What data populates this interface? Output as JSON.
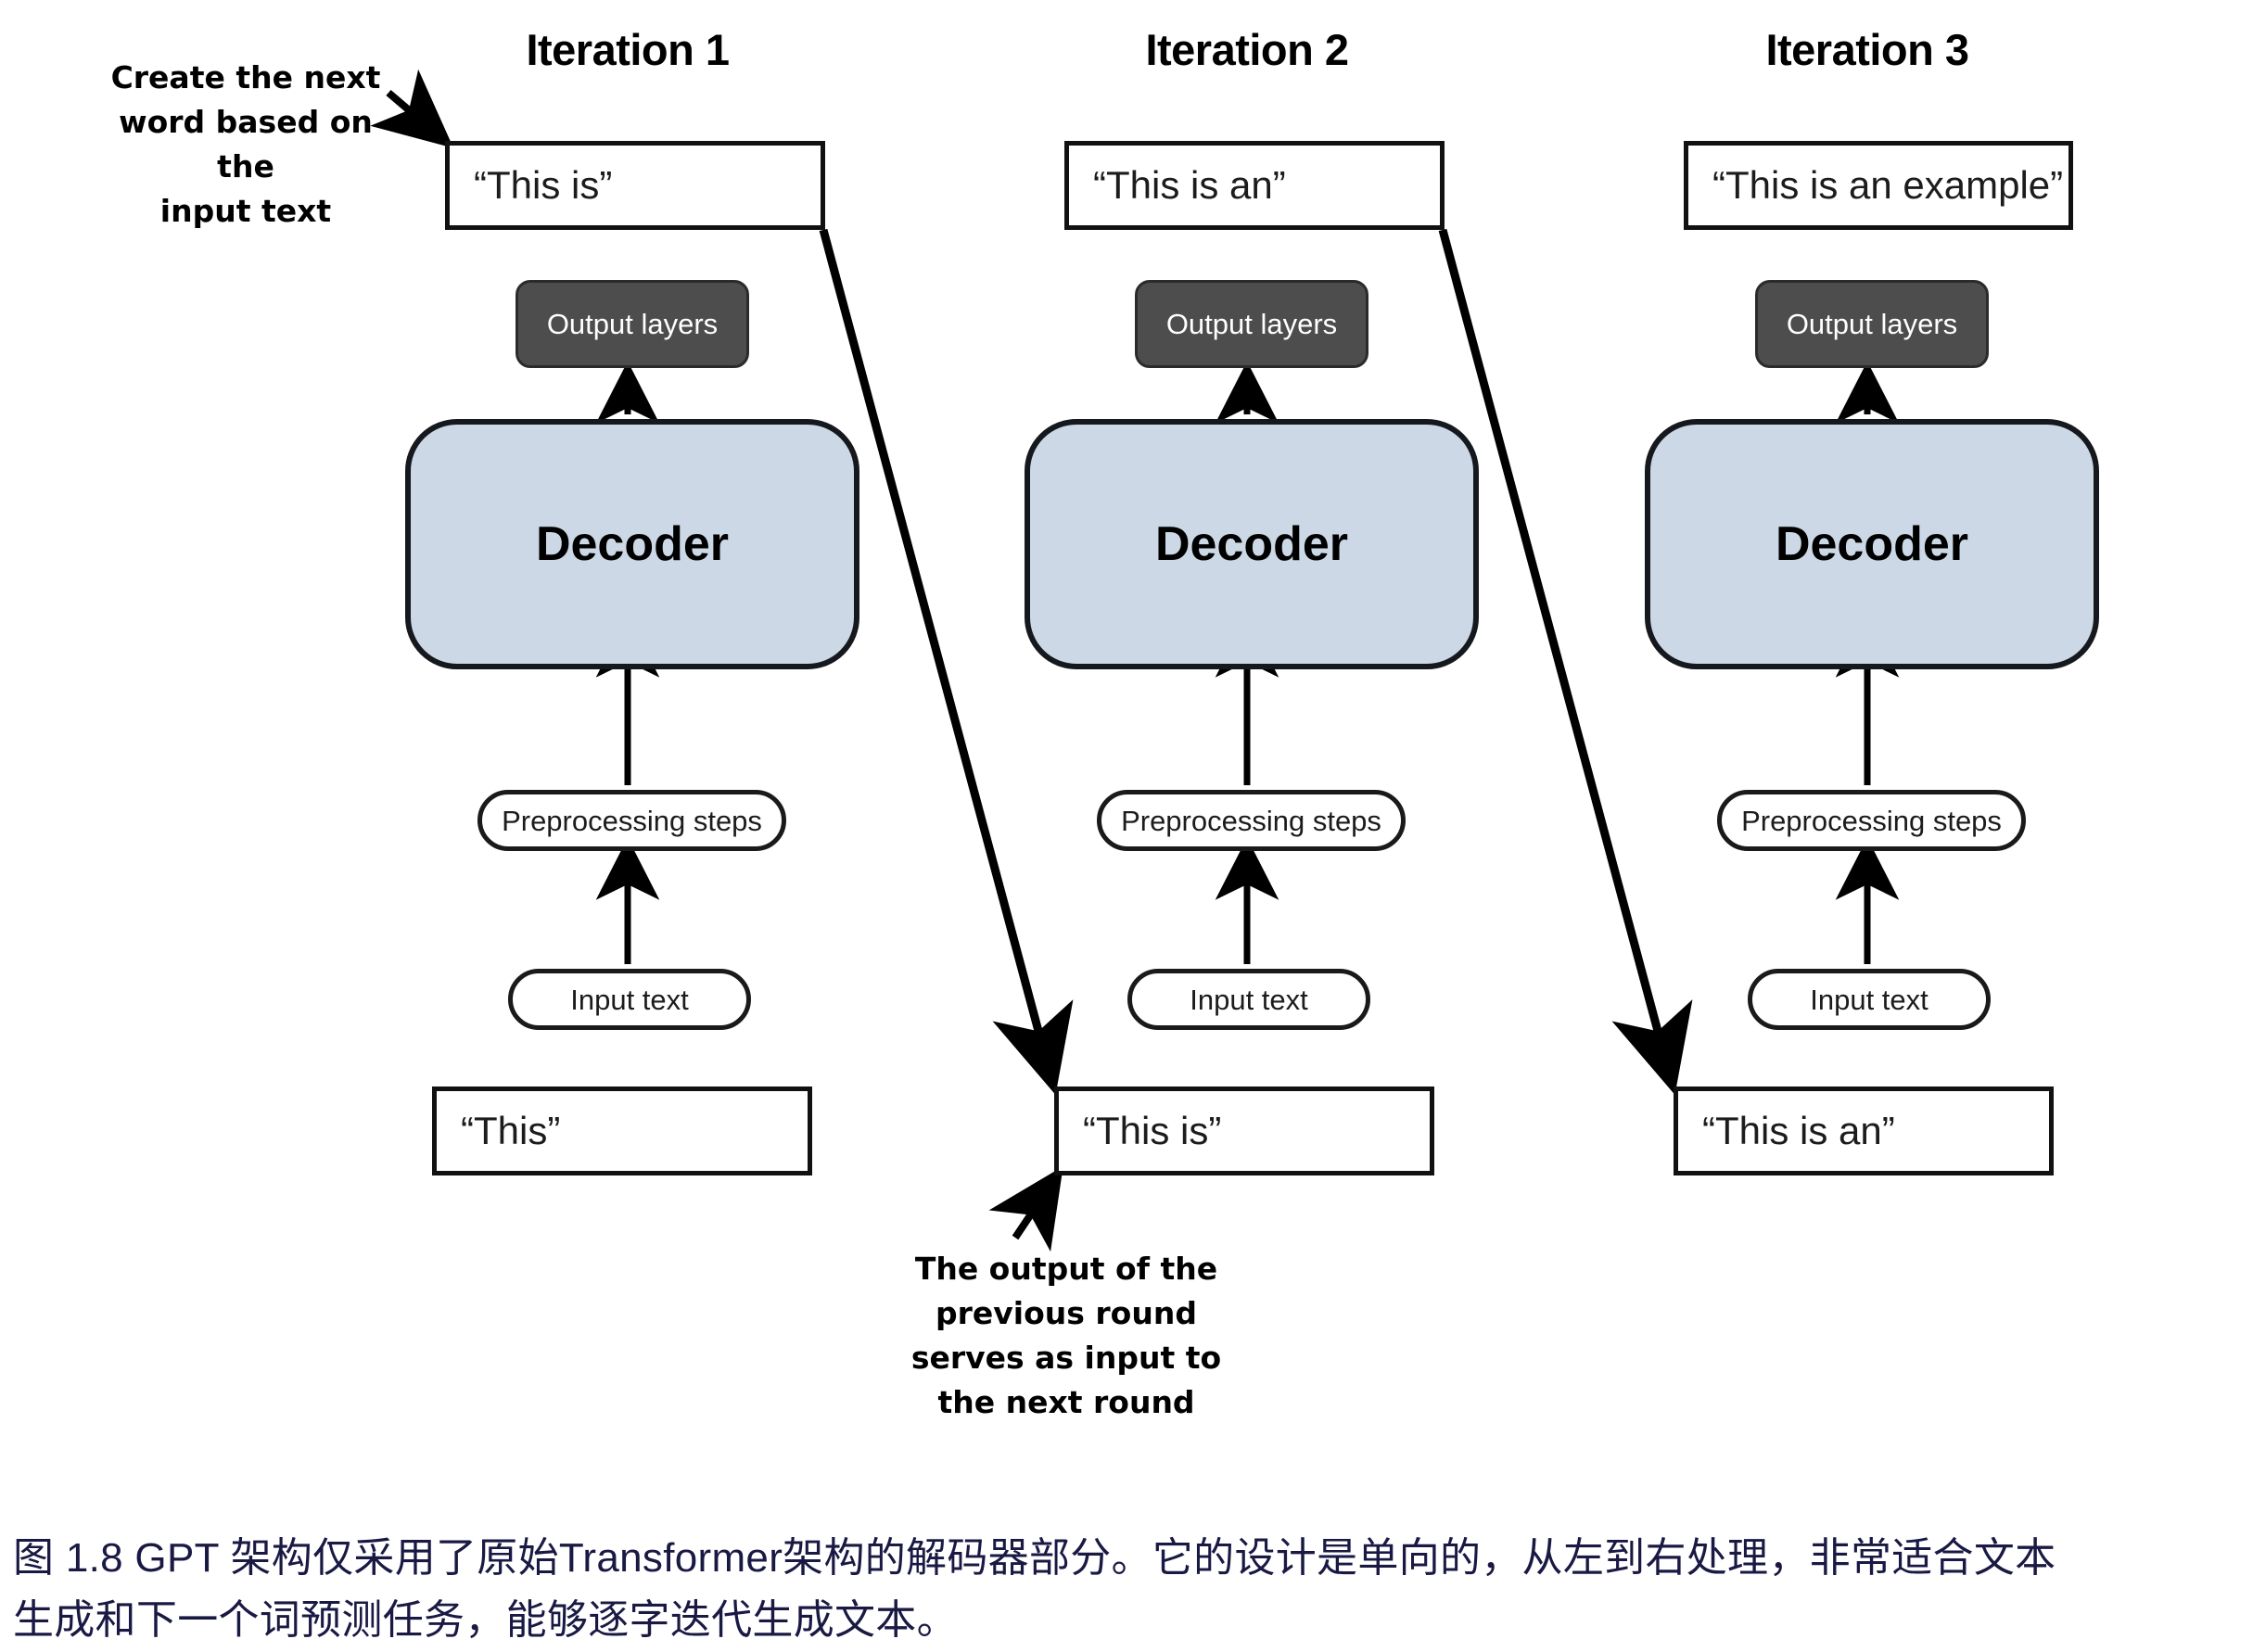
{
  "figure": {
    "caption_line1": "图 1.8  GPT 架构仅采用了原始Transformer架构的解码器部分。它的设计是单向的，从左到右处理，非常适合文本",
    "caption_line2": "生成和下一个词预测任务，能够逐字迭代生成文本。",
    "caption_color": "#191944"
  },
  "annotations": {
    "top_left": {
      "line1": "Create the next",
      "line2": "word based on the",
      "line3": "input text"
    },
    "bottom": {
      "line1": "The output of the",
      "line2": "previous round",
      "line3": "serves as input to",
      "line4": "the next round"
    }
  },
  "colors": {
    "decoder_fill": "#ccd8e6",
    "output_layers_fill": "#4d4d4d",
    "box_border": "#111111",
    "arrow": "#000000"
  },
  "columns": [
    {
      "title": "Iteration 1",
      "output_text": "“This is”",
      "output_layers_label": "Output layers",
      "decoder_label": "Decoder",
      "preprocessing_label": "Preprocessing steps",
      "input_node_label": "Input text",
      "input_text": "“This”"
    },
    {
      "title": "Iteration 2",
      "output_text": "“This is an”",
      "output_layers_label": "Output layers",
      "decoder_label": "Decoder",
      "preprocessing_label": "Preprocessing steps",
      "input_node_label": "Input text",
      "input_text": "“This is”"
    },
    {
      "title": "Iteration 3",
      "output_text": "“This is an example”",
      "output_layers_label": "Output layers",
      "decoder_label": "Decoder",
      "preprocessing_label": "Preprocessing steps",
      "input_node_label": "Input text",
      "input_text": "“This is an”"
    }
  ]
}
